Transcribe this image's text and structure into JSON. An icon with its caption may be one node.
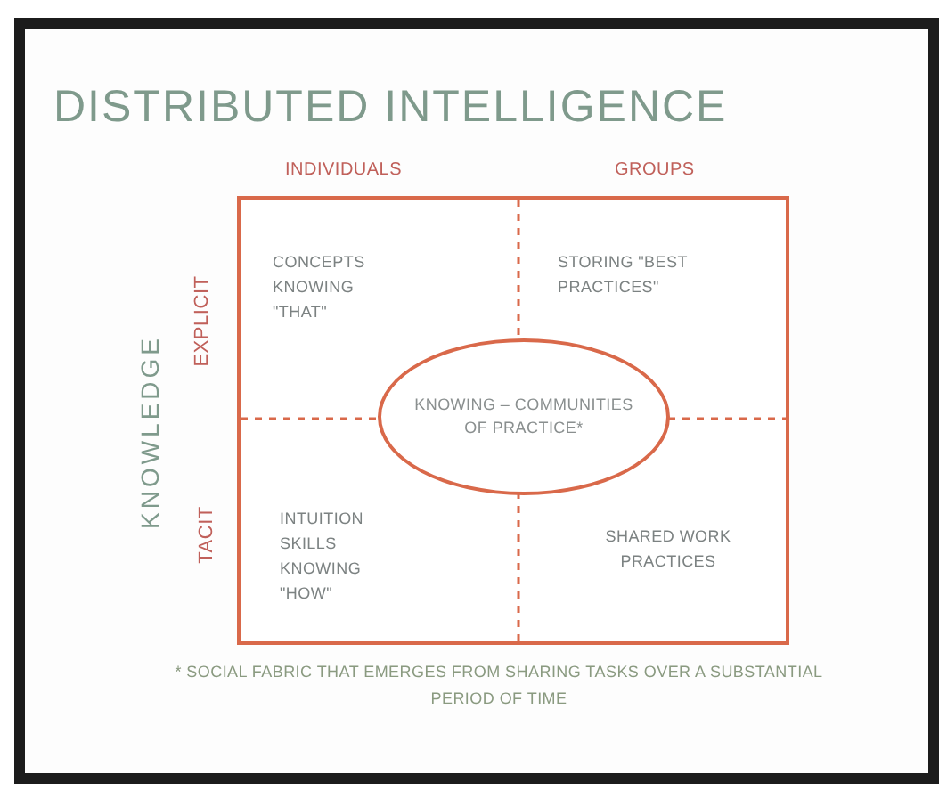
{
  "diagram": {
    "title": "DISTRIBUTED INTELLIGENCE",
    "nodes": [
      {
        "text": [],
        "shape": "box"
      },
      {
        "text": [
          "CONCEPTS KNOWING \"THAT\""
        ],
        "in": 0
      },
      {
        "text": [
          "STORING \"BEST PRACTICES\""
        ],
        "in": 0
      },
      {
        "text": [
          "KNOWING – COMMUNITIES OF PRACTICE*"
        ],
        "in": 0
      },
      {
        "text": [
          "INTUITION SKILLS KNOWING \"HOW\""
        ],
        "in": 0
      },
      {
        "text": [
          "SHARED WORK PRACTICES"
        ],
        "in": 0
      }
    ],
    "labels": [
      "INDIVIDUALS",
      "GROUPS",
      "EXPLICIT",
      "KNOWLEDGE",
      "TACIT",
      "* SOCIAL FABRIC THAT EMERGES FROM SHARING TASKS OVER A SUBSTANTIAL PERIOD OF TIME"
    ]
  }
}
